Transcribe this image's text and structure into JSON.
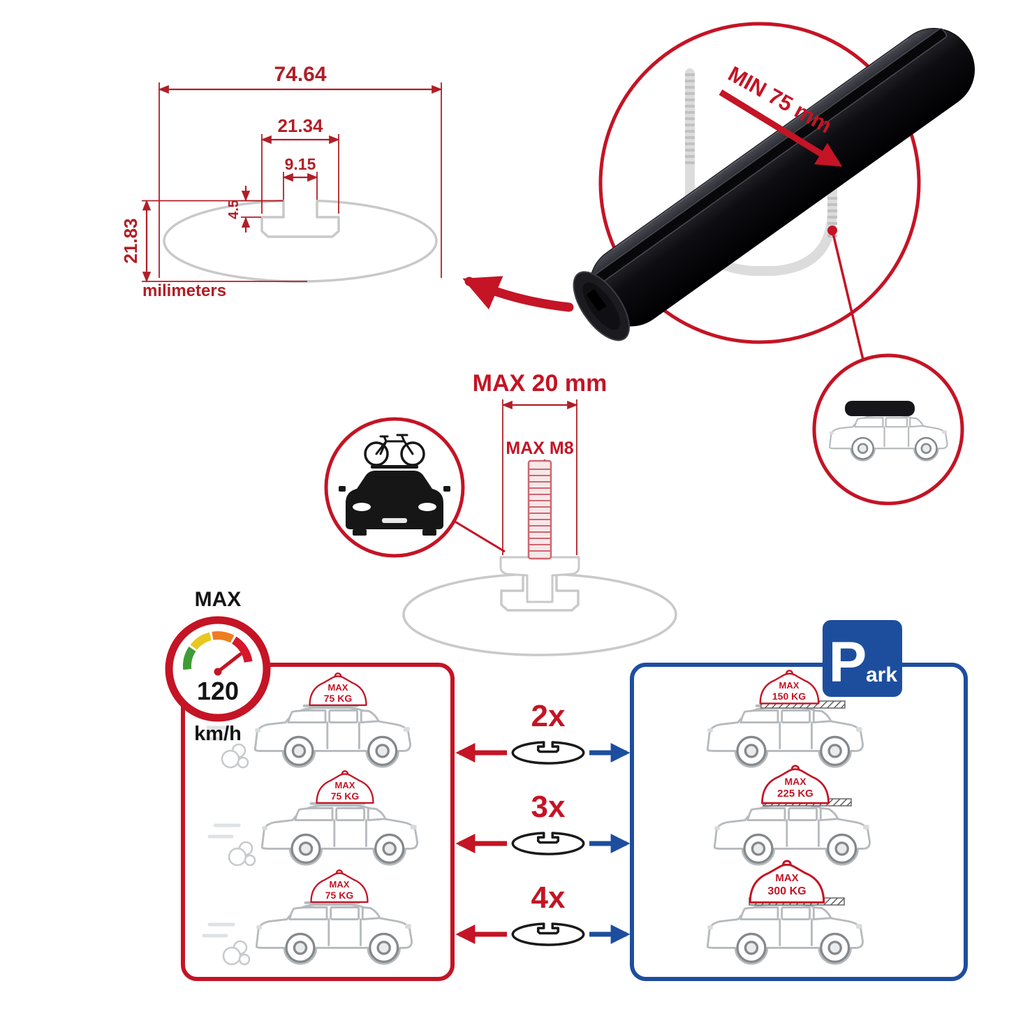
{
  "colors": {
    "accent_red": "#c41425",
    "dimension_red": "#b01f27",
    "park_blue": "#1d4e9e",
    "profile_gray": "#c9c9c9",
    "bar_black": "#0c0c0e"
  },
  "dimension_diagram": {
    "total_width": "74.64",
    "inner_width": "21.34",
    "slot_width": "9.15",
    "slot_depth": "4.5",
    "total_height": "21.83",
    "unit_label": "milimeters"
  },
  "clamp_diagram": {
    "min_clearance_label": "MIN 75 mm"
  },
  "bolt_diagram": {
    "max_width_label": "MAX 20 mm",
    "max_thread_label": "MAX M8"
  },
  "speed_limit": {
    "title": "MAX",
    "value": "120",
    "unit": "km/h"
  },
  "park_sign": {
    "initial": "P",
    "suffix": "ark"
  },
  "capacity_rows": [
    {
      "multiplier": "2x",
      "driving": {
        "label": "MAX",
        "value": "75 KG"
      },
      "parked": {
        "label": "MAX",
        "value": "150 KG"
      }
    },
    {
      "multiplier": "3x",
      "driving": {
        "label": "MAX",
        "value": "75 KG"
      },
      "parked": {
        "label": "MAX",
        "value": "225 KG"
      }
    },
    {
      "multiplier": "4x",
      "driving": {
        "label": "MAX",
        "value": "75 KG"
      },
      "parked": {
        "label": "MAX",
        "value": "300 KG"
      }
    }
  ]
}
